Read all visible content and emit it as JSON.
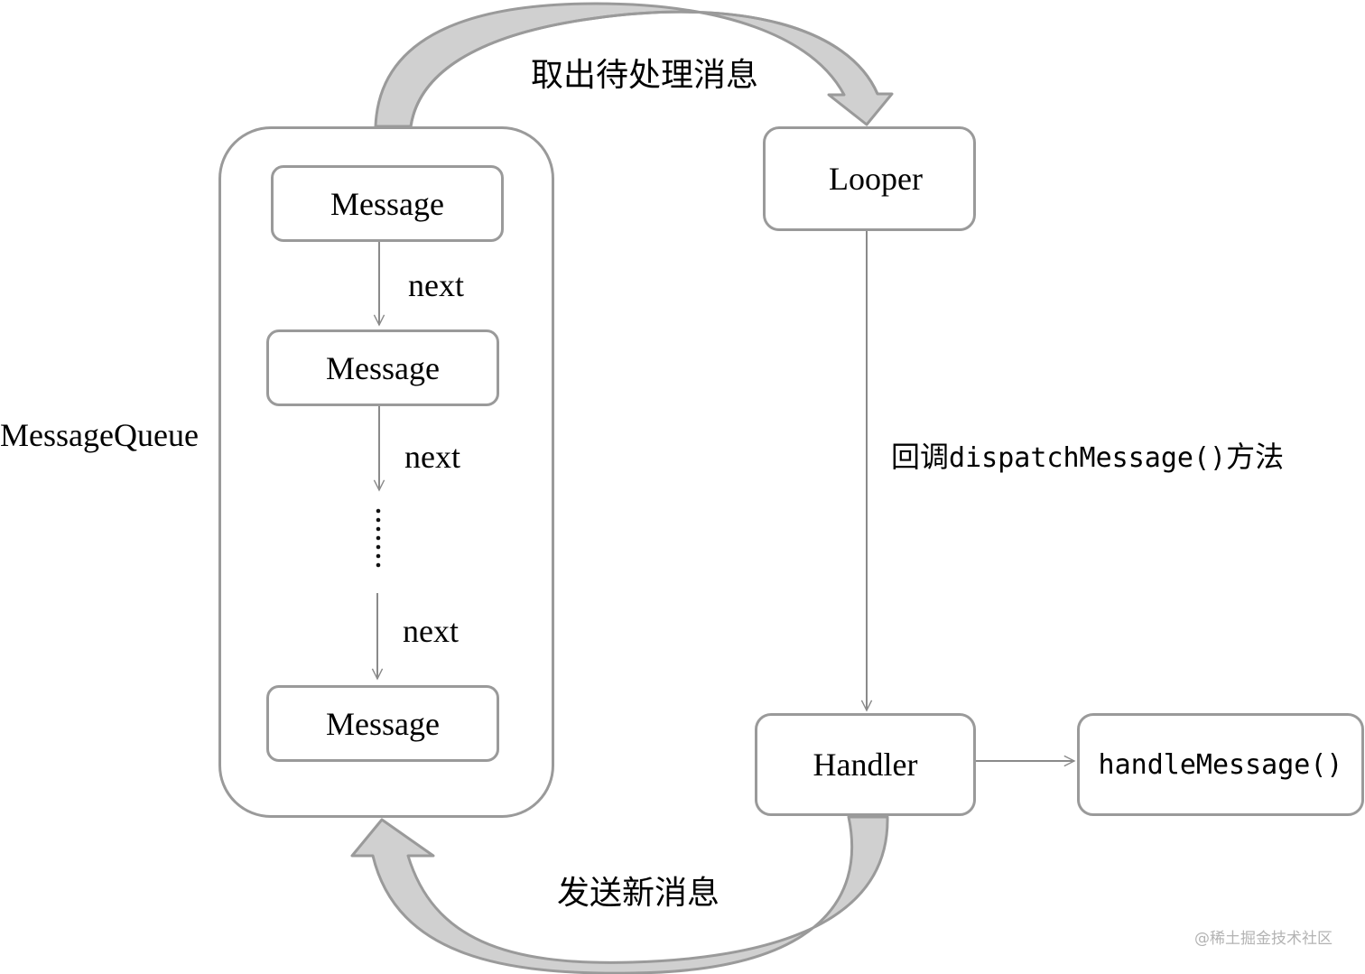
{
  "diagram": {
    "queue_label": "MessageQueue",
    "messages": [
      "Message",
      "Message",
      "Message"
    ],
    "next_labels": [
      "next",
      "next",
      "next"
    ],
    "looper": "Looper",
    "handler": "Handler",
    "handle_message": "handleMessage()",
    "take_label": "取出待处理消息",
    "send_label": "发送新消息",
    "dispatch": {
      "prefix": "回调",
      "code": "dispatchMessage()",
      "suffix": "方法"
    },
    "watermark": "@稀土掘金技术社区"
  },
  "colors": {
    "stroke": "#9a9a9a",
    "arrow_fill": "#c8c8c8",
    "line": "#8a8a8a"
  }
}
